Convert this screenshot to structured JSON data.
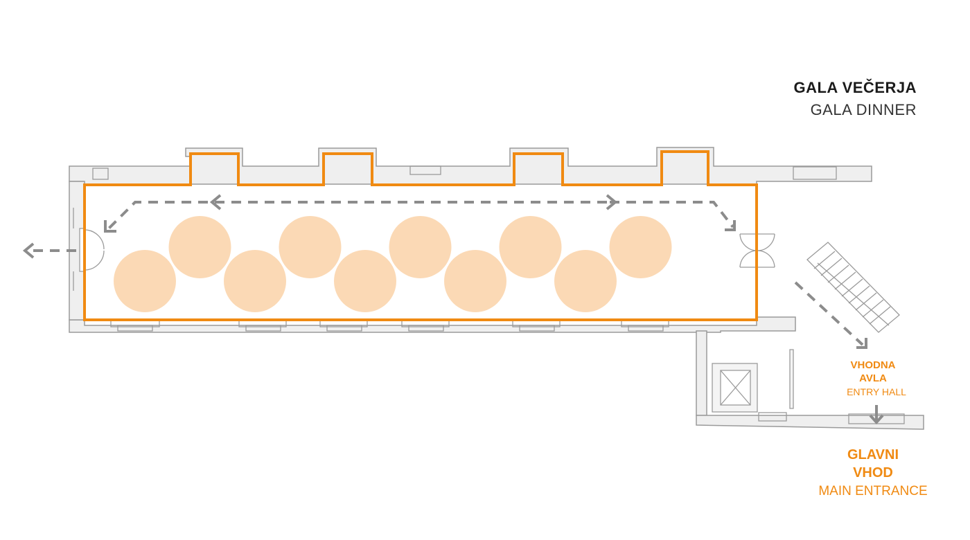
{
  "header": {
    "title": "GALA VEČERJA",
    "subtitle": "GALA DINNER"
  },
  "entry_hall": {
    "line1": "VHODNA",
    "line2": "AVLA",
    "english": "ENTRY HALL"
  },
  "main_entrance": {
    "line1": "GLAVNI",
    "line2": "VHOD",
    "english": "MAIN ENTRANCE"
  },
  "colors": {
    "accent": "#f08a12",
    "table_fill": "#fbd9b5",
    "wall": "#9a9a9a",
    "wall_fill": "#efefef",
    "arrow": "#8c8c8c",
    "title_text": "#1b1b1b"
  },
  "tables": {
    "count": 10,
    "shape": "round"
  }
}
